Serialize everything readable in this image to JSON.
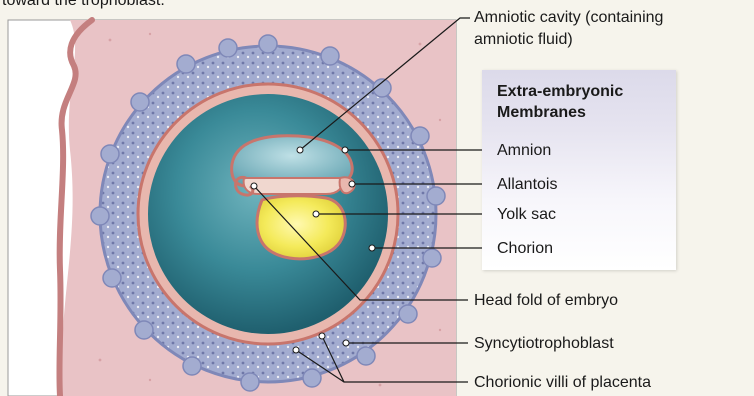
{
  "intro_text": "toward the trophoblast.",
  "labels": {
    "amniotic_cavity_line1": "Amniotic cavity (containing",
    "amniotic_cavity_line2": "amniotic fluid)",
    "head_fold": "Head fold of embryo",
    "syncytiotrophoblast": "Syncytiotrophoblast",
    "chorionic_villi": "Chorionic villi of placenta"
  },
  "legend": {
    "title_line1": "Extra-embryonic",
    "title_line2": "Membranes",
    "items": [
      "Amnion",
      "Allantois",
      "Yolk sac",
      "Chorion"
    ]
  },
  "colors": {
    "uterine_tissue": "#e8c0c4",
    "trophoblast_villi": "#9aa3c8",
    "chorionic_cavity": "#2f7d8c",
    "amnion": "#7fb8c4",
    "yolk_sac": "#f2e85a",
    "membrane_outline": "#c8756c"
  }
}
